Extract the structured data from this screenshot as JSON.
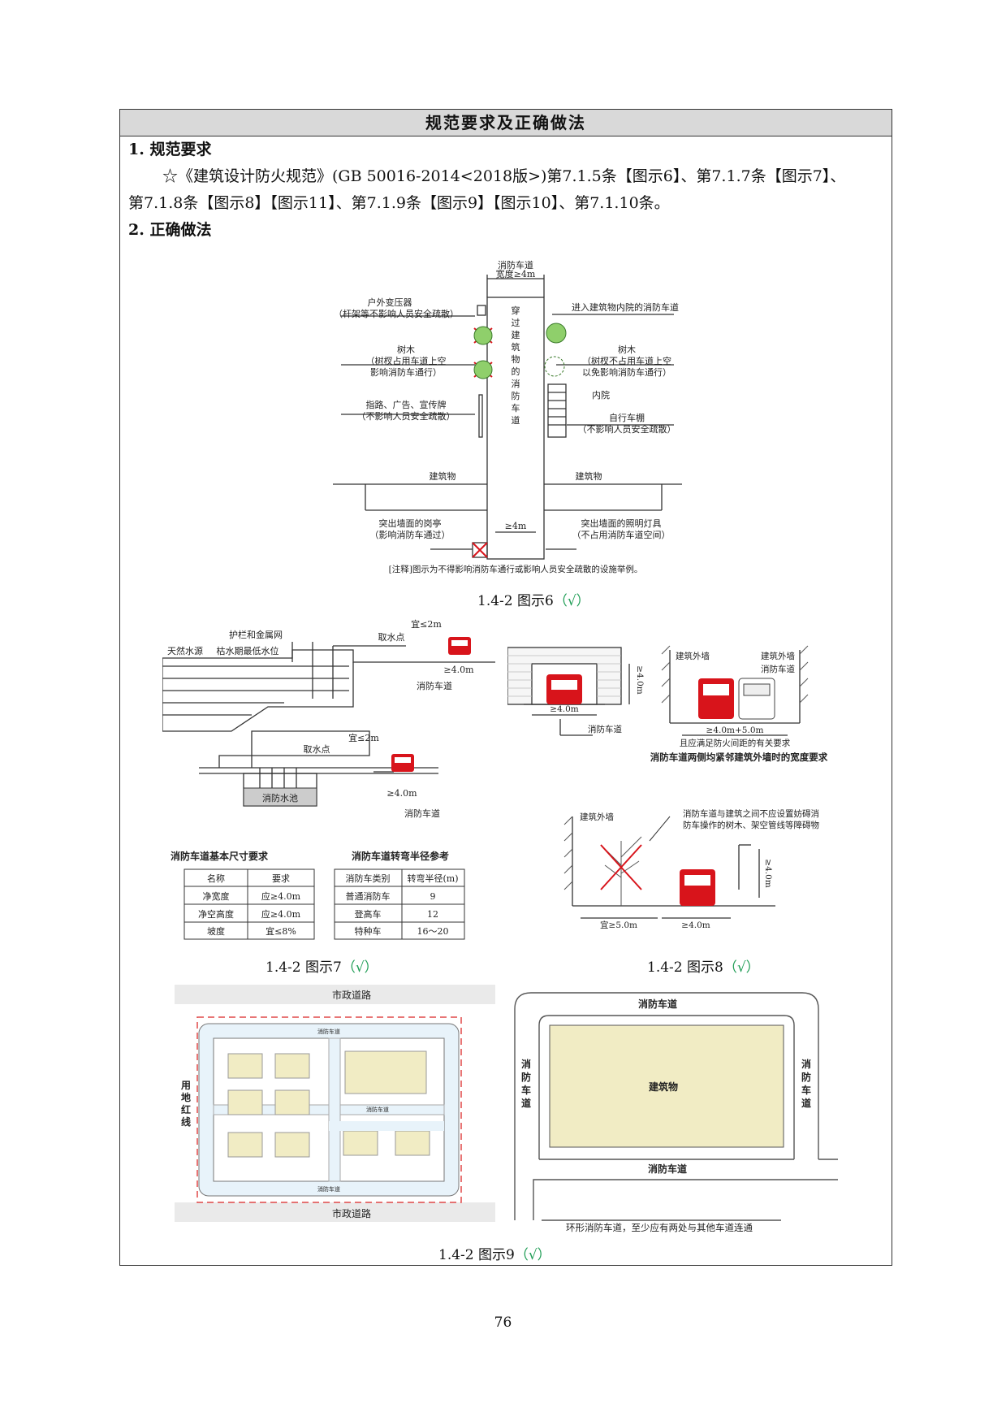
{
  "section_title": "规范要求及正确做法",
  "req_heading": "1.  规范要求",
  "req_line1": "☆《建筑设计防火规范》(GB 50016-2014<2018版>)第7.1.5条【图示6】、第7.1.7条【图示7】、",
  "req_line2": "第7.1.8条【图示8】【图示11】、第7.1.9条【图示9】【图示10】、第7.1.10条。",
  "correct_heading": "2. 正确做法",
  "fig6": {
    "top_label1": "消防车道",
    "top_label2": "宽度≥4m",
    "road_vertical": [
      "穿",
      "过",
      "建",
      "筑",
      "物",
      "的",
      "消",
      "防",
      "车",
      "道"
    ],
    "transformer1": "户外变压器",
    "transformer2": "（杆架等不影响人员安全疏散）",
    "tree_left1": "树木",
    "tree_left2": "（树杈占用车道上空",
    "tree_left3": "影响消防车通行）",
    "sign1": "指路、广告、宣传牌",
    "sign2": "（不影响人员安全疏散）",
    "courtyard_road": "进入建筑物内院的消防车道",
    "tree_right1": "树木",
    "tree_right2": "（树杈不占用车道上空",
    "tree_right3": "以免影响消防车通行）",
    "inner_yard": "内院",
    "bike_shed1": "自行车棚",
    "bike_shed2": "（不影响人员安全疏散）",
    "building_left": "建筑物",
    "building_right": "建筑物",
    "width_mark": "≥4m",
    "kiosk1": "突出墙面的岗亭",
    "kiosk2": "（影响消防车通过）",
    "lamp1": "突出墙面的照明灯具",
    "lamp2": "（不占用消防车道空间）",
    "note": "[注释]图示为不得影响消防车通行或影响人员安全疏散的设施举例。",
    "caption": "1.4-2 图示6",
    "check": "（√）"
  },
  "fig7": {
    "guardrail": "护栏和金属网",
    "natural_water": "天然水源",
    "dry_level": "枯水期最低水位",
    "take_point": "取水点",
    "dist_top": "宜≤2m",
    "width_top": "≥4.0m",
    "road_top": "消防车道",
    "take_point2": "取水点",
    "dist_bot": "宜≤2m",
    "width_bot": "≥4.0m",
    "road_bot": "消防车道",
    "pool": "消防水池",
    "table1_title": "消防车道基本尺寸要求",
    "table1_header": [
      "名称",
      "要求"
    ],
    "table1_rows": [
      [
        "净宽度",
        "应≥4.0m"
      ],
      [
        "净空高度",
        "应≥4.0m"
      ],
      [
        "坡度",
        "宜≤8%"
      ]
    ],
    "table2_title": "消防车道转弯半径参考",
    "table2_header": [
      "消防车类别",
      "转弯半径(m)"
    ],
    "table2_rows": [
      [
        "普通消防车",
        "9"
      ],
      [
        "登高车",
        "12"
      ],
      [
        "特种车",
        "16～20"
      ]
    ],
    "caption": "1.4-2 图示7",
    "check": "（√）"
  },
  "fig8": {
    "height1": "≥4.0m",
    "width1": "≥4.0m",
    "road1": "消防车道",
    "wall_l": "建筑外墙",
    "wall_r": "建筑外墙",
    "road2": "消防车道",
    "width2": "≥4.0m+5.0m",
    "note2": "且应满足防火间距的有关要求",
    "title2": "消防车道两侧均紧邻建筑外墙时的宽度要求",
    "wall3": "建筑外墙",
    "note3a": "消防车道与建筑之间不应设置妨碍消",
    "note3b": "防车操作的树木、架空管线等障碍物",
    "height3": "≥4.0m",
    "dist3a": "宜≥5.0m",
    "dist3b": "≥4.0m",
    "caption": "1.4-2 图示8",
    "check": "（√）"
  },
  "fig9": {
    "city_road_top": "市政道路",
    "city_road_bot": "市政道路",
    "fire_road_small": "消防车道",
    "red_line": [
      "用",
      "地",
      "红",
      "线"
    ],
    "ring_top": "消防车道",
    "ring_left": [
      "消",
      "防",
      "车",
      "道"
    ],
    "ring_right": [
      "消",
      "防",
      "车",
      "道"
    ],
    "building": "建筑物",
    "ring_bottom": "消防车道",
    "ring_note": "环形消防车道，至少应有两处与其他车道连通",
    "caption": "1.4-2 图示9",
    "check": "（√）"
  },
  "page_number": "76",
  "colors": {
    "ok": "#1f9d55",
    "firetruck": "#d8141b",
    "redline": "#e04848",
    "road": "#e8f3fa",
    "block": "#f1ecc4"
  }
}
